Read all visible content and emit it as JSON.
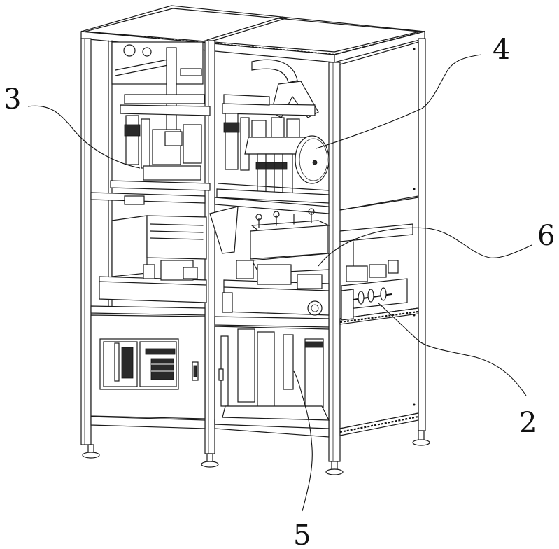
{
  "figure": {
    "kind": "patent-style isometric line drawing of an enclosed automated machine cabinet",
    "ink_color": "#111111",
    "background_color": "#ffffff"
  },
  "callouts": [
    {
      "id": "2",
      "label": "2",
      "points_to": "lower-right conveyor / roller transport module"
    },
    {
      "id": "3",
      "label": "3",
      "points_to": "upper-left press / lifting cylinder assembly"
    },
    {
      "id": "4",
      "label": "4",
      "points_to": "upper-right gripper head with disc wheel"
    },
    {
      "id": "5",
      "label": "5",
      "points_to": "lower cabinet vertical cylinder section"
    },
    {
      "id": "6",
      "label": "6",
      "points_to": "middle box-shaped workpiece / pressing block"
    }
  ]
}
